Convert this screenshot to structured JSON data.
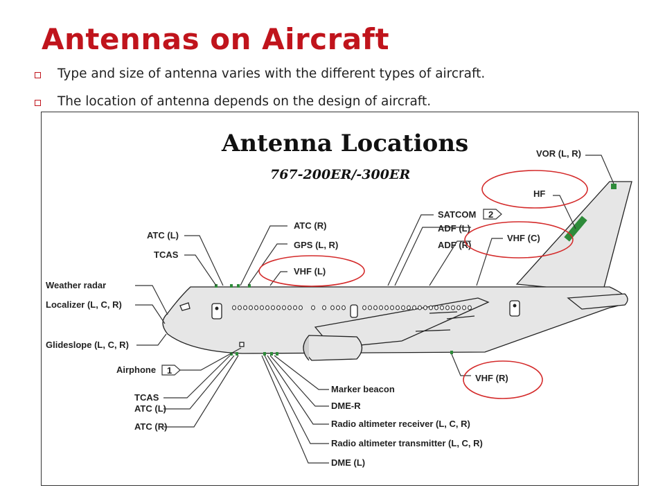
{
  "slide": {
    "title": "Antennas on Aircraft",
    "bullets": [
      "Type and size of antenna varies with the different types of aircraft.",
      "The location of antenna depends on the design of aircraft."
    ]
  },
  "diagram": {
    "title": "Antenna Locations",
    "subtitle": "767-200ER/-300ER",
    "labels": {
      "vor": "VOR (L, R)",
      "hf": "HF",
      "satcom": "SATCOM",
      "satcom_num": "2",
      "adf_l": "ADF (L)",
      "adf_r": "ADF (R)",
      "vhf_c": "VHF (C)",
      "atc_r_top": "ATC (R)",
      "gps": "GPS (L, R)",
      "vhf_l": "VHF (L)",
      "atc_l_top": "ATC (L)",
      "tcas_top": "TCAS",
      "weather_radar": "Weather radar",
      "localizer": "Localizer (L, C, R)",
      "glideslope": "Glideslope (L, C, R)",
      "airphone": "Airphone",
      "airphone_num": "1",
      "tcas_bottom": "TCAS",
      "atc_l_bottom": "ATC (L)",
      "atc_r_bottom": "ATC (R)",
      "marker_beacon": "Marker beacon",
      "dme_r": "DME-R",
      "radalt_rx": "Radio altimeter receiver (L, C, R)",
      "radalt_tx": "Radio altimeter transmitter (L, C, R)",
      "dme_l": "DME (L)",
      "vhf_r": "VHF (R)"
    },
    "colors": {
      "title_red": "#c0141c",
      "highlight_circle": "#d42a2a",
      "fuselage": "#e6e6e6",
      "antenna_green": "#2e8b3a"
    }
  }
}
